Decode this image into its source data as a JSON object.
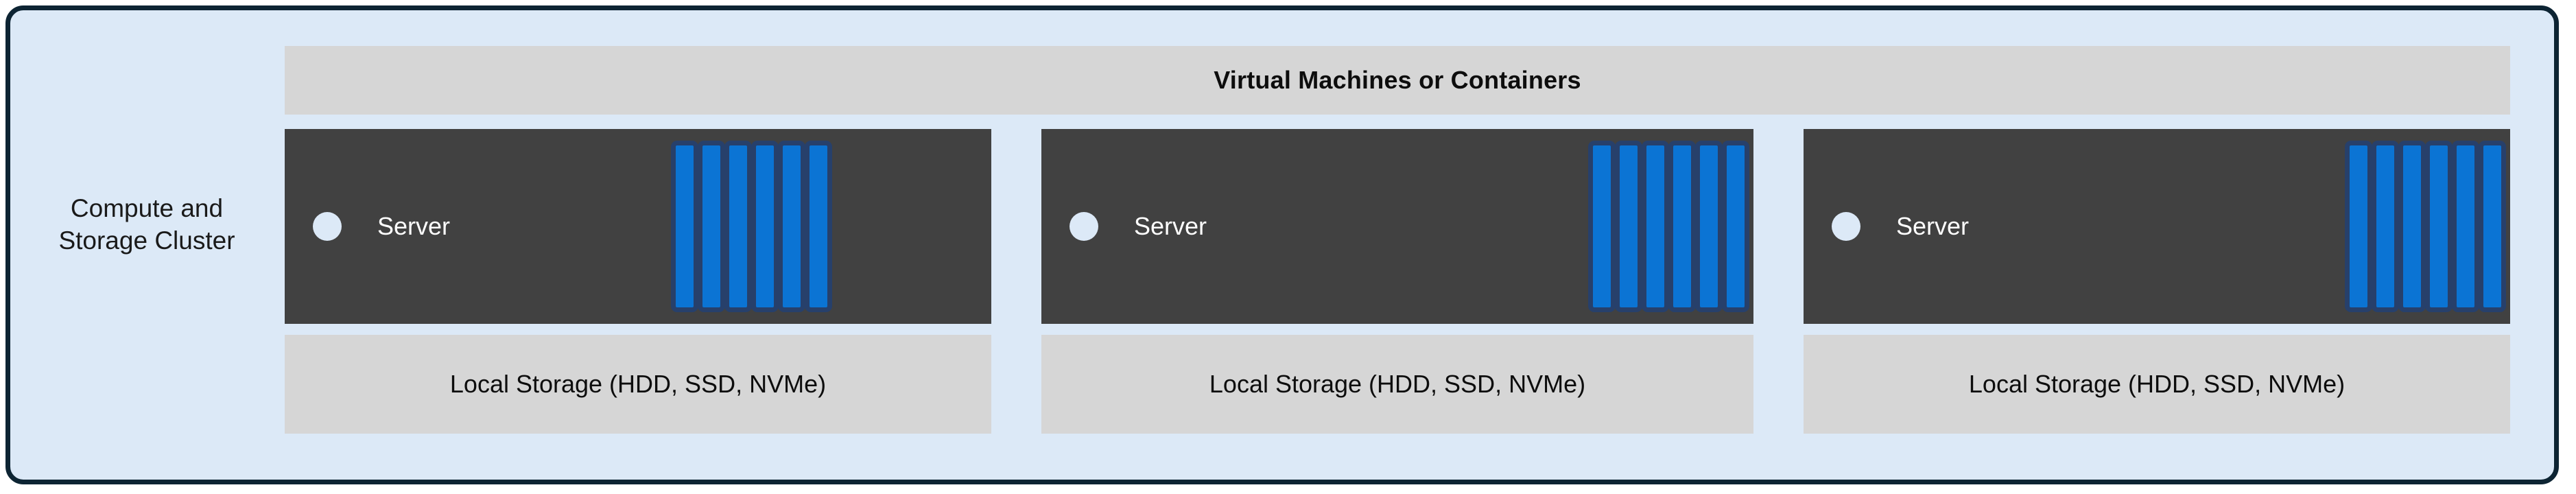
{
  "diagram": {
    "title_banner": "Virtual Machines or Containers",
    "cluster_label": "Compute and\nStorage Cluster",
    "colors": {
      "container_fill": "#dce9f7",
      "container_border": "#0d2433",
      "banner_fill": "#d6d6d6",
      "server_fill": "#414141",
      "server_text": "#ffffff",
      "led_fill": "#dce9f7",
      "drive_fill": "#0b74d4",
      "drive_border": "#27406b",
      "storage_fill": "#d6d6d6",
      "text": "#0d0d0d"
    },
    "nodes": [
      {
        "server_label": "Server",
        "storage_label": "Local Storage (HDD, SSD, NVMe)",
        "drive_count": 6
      },
      {
        "server_label": "Server",
        "storage_label": "Local Storage (HDD, SSD, NVMe)",
        "drive_count": 6
      },
      {
        "server_label": "Server",
        "storage_label": "Local Storage (HDD, SSD, NVMe)",
        "drive_count": 6
      }
    ]
  }
}
